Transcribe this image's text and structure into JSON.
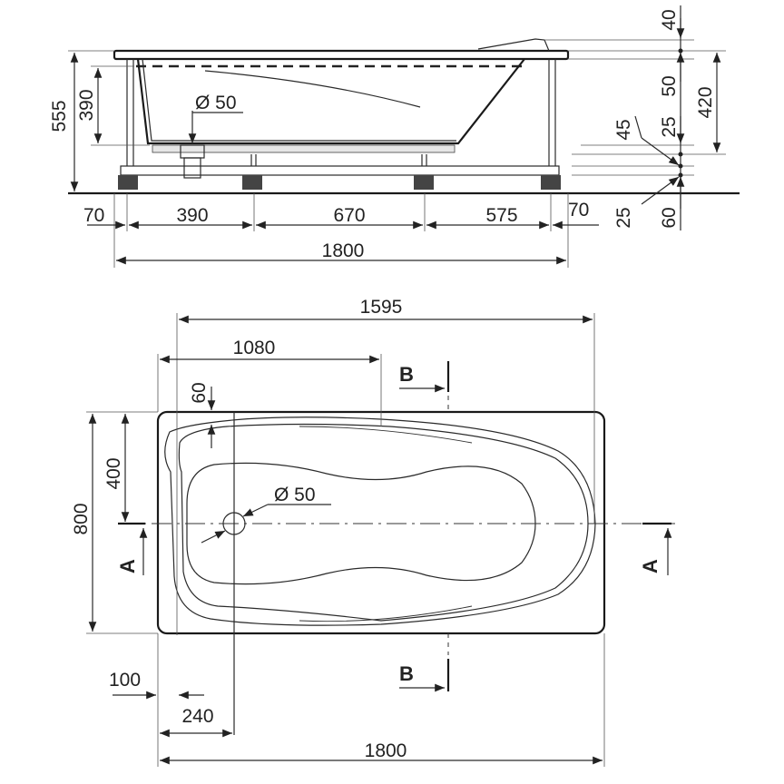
{
  "side_view": {
    "overall_length": "1800",
    "leg_spacing": [
      "70",
      "390",
      "670",
      "575",
      "70"
    ],
    "height_total": "555",
    "depth_inner": "390",
    "drain_label": "Ø 50",
    "right_dims": {
      "top": "40",
      "second": "50",
      "third": "25",
      "fourth": "45",
      "fifth": "25",
      "bottom": "60",
      "span": "420"
    }
  },
  "top_view": {
    "length_outer": "1800",
    "length_inner": "1595",
    "drain_pos_from_inner": "1080",
    "edge_offset": "60",
    "half_width": "400",
    "width": "800",
    "drain_label": "Ø 50",
    "bottom_a": "100",
    "bottom_b": "240",
    "section_a": "A",
    "section_b": "B"
  }
}
